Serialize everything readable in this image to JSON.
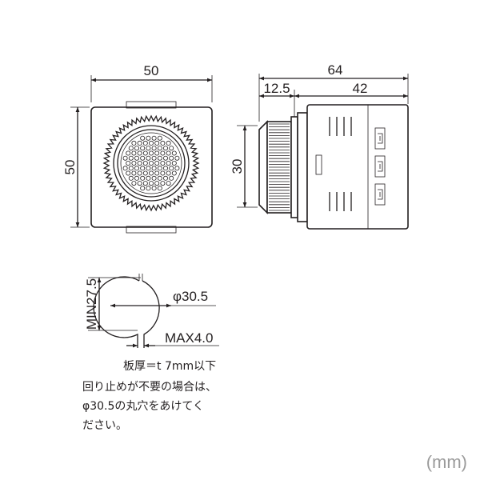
{
  "front_view": {
    "width_dim": "50",
    "height_dim": "50"
  },
  "side_view": {
    "total_dim": "64",
    "bezel_dim": "12.5",
    "body_dim": "42",
    "height_dim": "30"
  },
  "panel_cutout": {
    "min_dim": "MIN27.5",
    "diameter_dim": "φ30.5",
    "max_dim": "MAX4.0",
    "note_thickness": "板厚＝t 7mm以下",
    "note_line1": "回り止めが不要の場合は、",
    "note_line2": "φ30.5の丸穴をあけてく",
    "note_line3": "ださい。"
  },
  "unit_label": "(mm)"
}
